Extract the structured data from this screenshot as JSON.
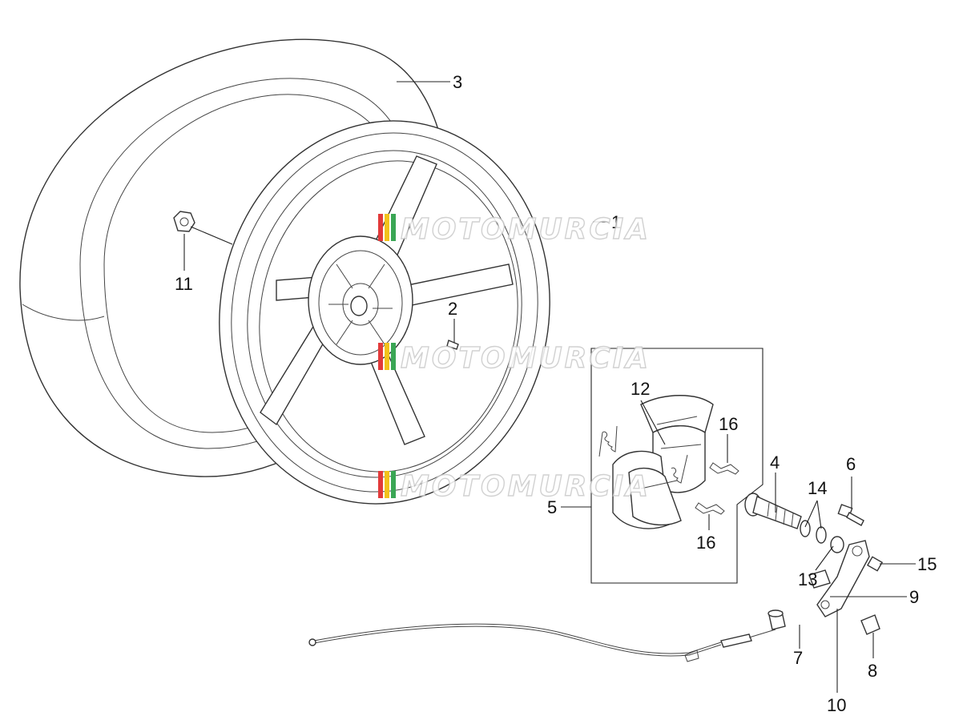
{
  "diagram": {
    "callouts": [
      "1",
      "2",
      "3",
      "4",
      "5",
      "6",
      "7",
      "8",
      "9",
      "10",
      "11",
      "12",
      "13",
      "14",
      "15",
      "16",
      "16"
    ],
    "watermark": "MOTOMURCIA",
    "colors": {
      "line": "#222222",
      "watermark_red": "#e23a3a",
      "watermark_green": "#3aa655",
      "watermark_yellow": "#f2c21b"
    }
  }
}
